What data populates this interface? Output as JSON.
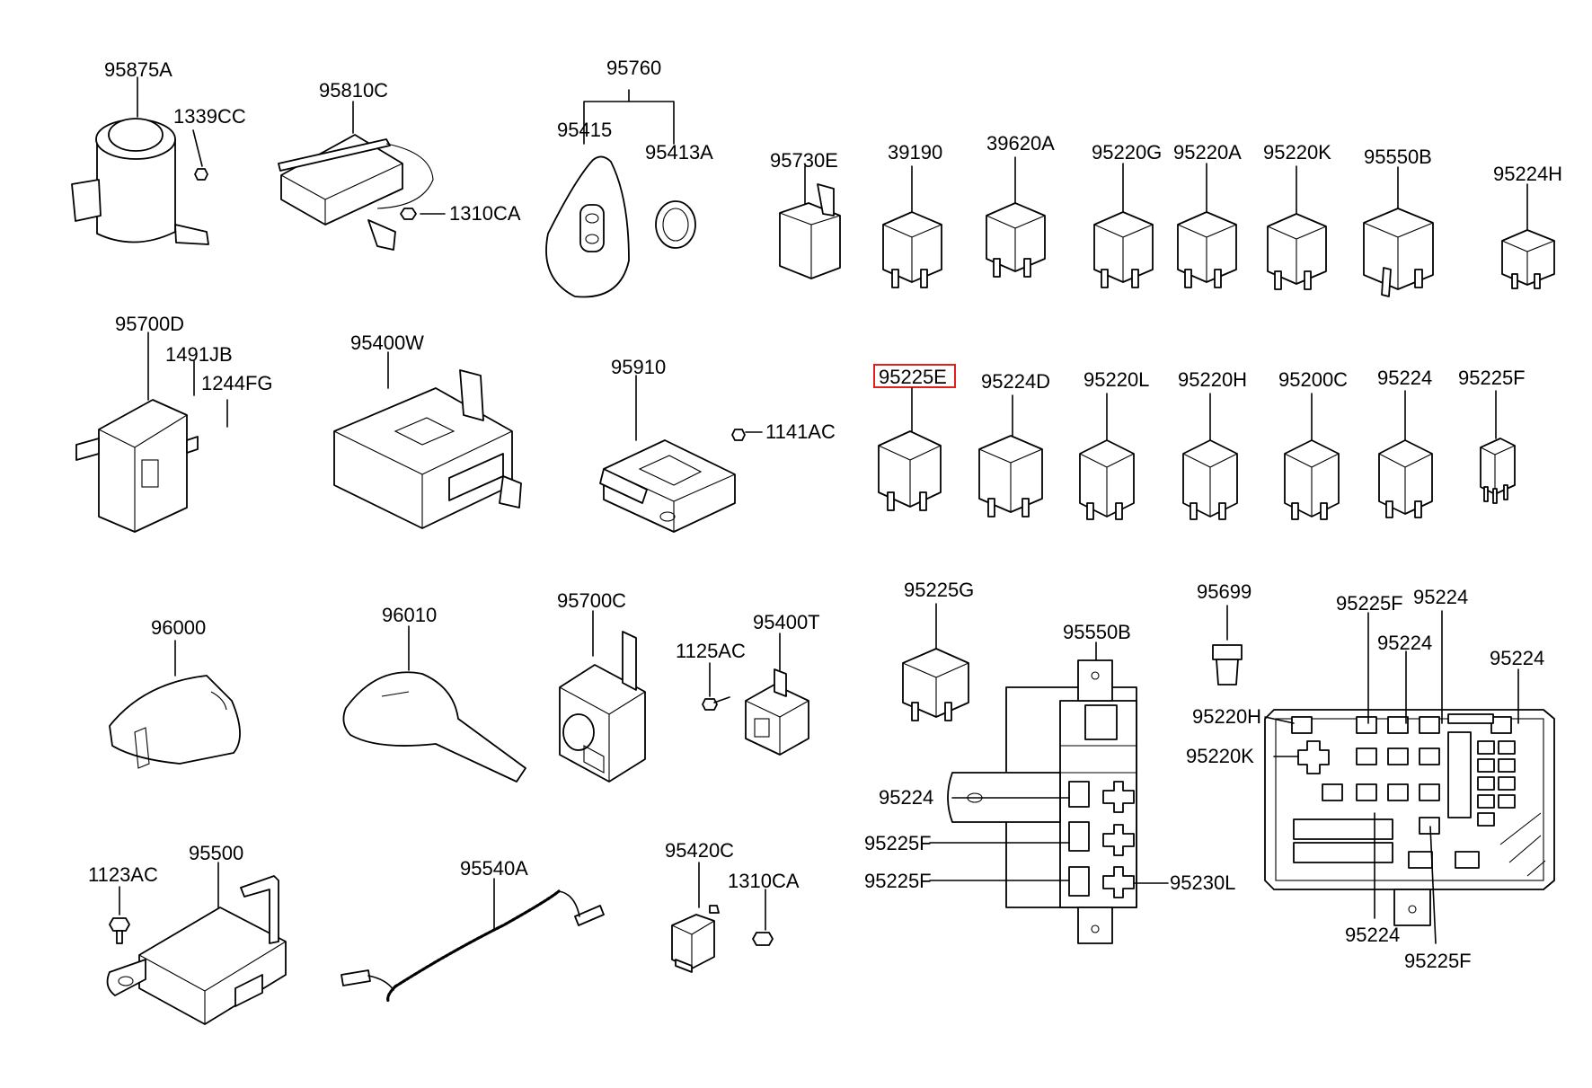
{
  "labels": {
    "p95875A": "95875A",
    "p1339CC": "1339CC",
    "p95810C": "95810C",
    "p1310CA_a": "1310CA",
    "p95760": "95760",
    "p95415": "95415",
    "p95413A": "95413A",
    "p95730E": "95730E",
    "p39190": "39190",
    "p39620A": "39620A",
    "p95220G": "95220G",
    "p95220A": "95220A",
    "p95220K": "95220K",
    "p95550B_a": "95550B",
    "p95224H": "95224H",
    "p95700D": "95700D",
    "p1491JB": "1491JB",
    "p1244FG": "1244FG",
    "p95400W": "95400W",
    "p95910": "95910",
    "p1141AC": "1141AC",
    "p95225E": "95225E",
    "p95224D": "95224D",
    "p95220L": "95220L",
    "p95220H_a": "95220H",
    "p95200C": "95200C",
    "p95224_a": "95224",
    "p95225F_a": "95225F",
    "p96000": "96000",
    "p96010": "96010",
    "p95700C": "95700C",
    "p1125AC": "1125AC",
    "p95400T": "95400T",
    "p95225G": "95225G",
    "p95550B_b": "95550B",
    "p95699": "95699",
    "p95225F_b": "95225F",
    "p95224_b": "95224",
    "p95224_c": "95224",
    "p95224_d": "95224",
    "p95220H_b": "95220H",
    "p95220K_b": "95220K",
    "p95224_e": "95224",
    "p95225F_c": "95225F",
    "p95225F_d": "95225F",
    "p95230L": "95230L",
    "p95224_f": "95224",
    "p95225F_e": "95225F",
    "p1123AC": "1123AC",
    "p95500": "95500",
    "p95540A": "95540A",
    "p95420C": "95420C",
    "p1310CA_b": "1310CA"
  },
  "highlight_color": "#e0201e",
  "highlighted_part": "95225E"
}
